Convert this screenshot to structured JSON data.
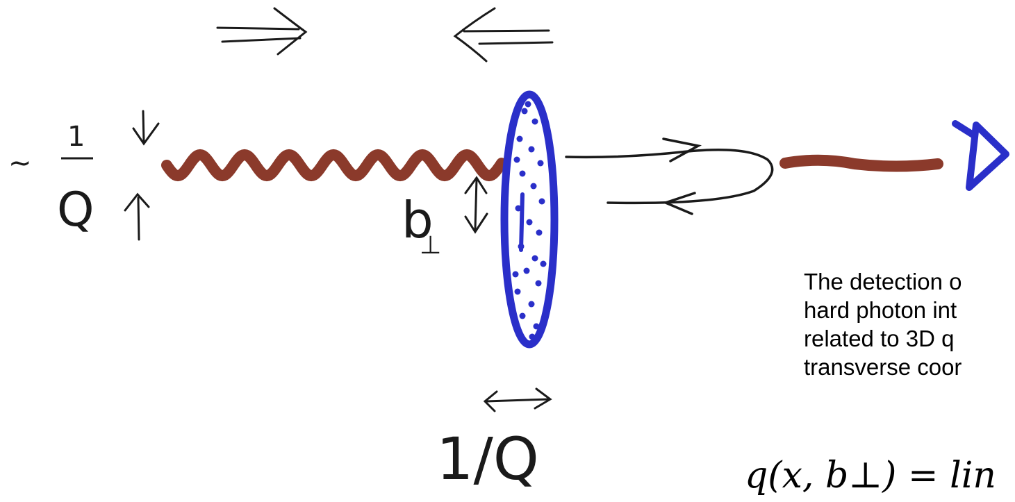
{
  "labels": {
    "inverse_q_tilde": "~",
    "inverse_q_num": "1",
    "inverse_q_den": "Q",
    "b_perp_main": "b",
    "b_perp_sub": "⊥",
    "one_over_q": "1/Q"
  },
  "caption": {
    "lines": [
      "The detection o",
      "hard photon int",
      "related to 3D q",
      "transverse coor"
    ]
  },
  "formula": "q(x, b⊥) = lin",
  "colors": {
    "photon": "#8b3a2b",
    "nucleus": "#2a2fc9",
    "ink": "#1a1a1a"
  }
}
